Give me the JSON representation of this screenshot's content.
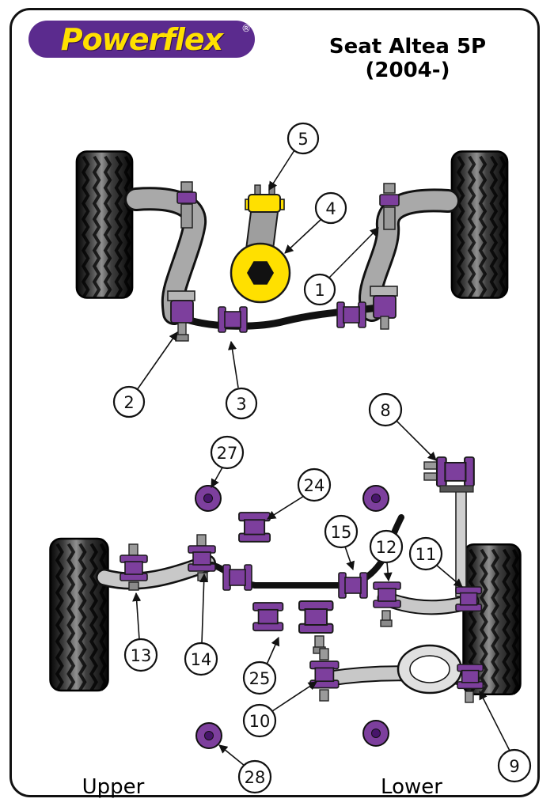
{
  "header": {
    "logo_text": "Powerflex",
    "logo_reg": "®",
    "title": "Seat Altea 5P (2004-)"
  },
  "footer": {
    "left_label": "Upper",
    "right_label": "Lower"
  },
  "colors": {
    "bushing_purple": "#7d3f9d",
    "bushing_purple_dark": "#47156b",
    "logo_purple": "#5b2b8e",
    "insert_yellow": "#ffe000",
    "line_black": "#111111"
  },
  "callouts": {
    "item1": "1",
    "item2": "2",
    "item3": "3",
    "item4": "4",
    "item5": "5",
    "item8": "8",
    "item9": "9",
    "item10": "10",
    "item11": "11",
    "item12": "12",
    "item13": "13",
    "item14": "14",
    "item15": "15",
    "item24": "24",
    "item25": "25",
    "item27": "27",
    "item28": "28"
  }
}
